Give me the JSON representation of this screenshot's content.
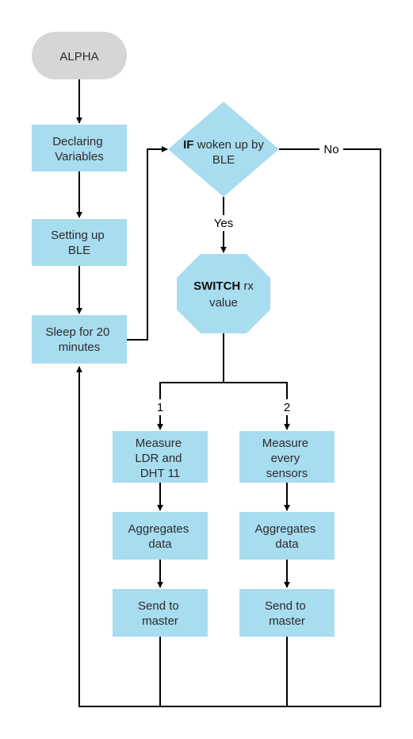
{
  "nodes": {
    "alpha": "ALPHA",
    "declaring": [
      "Declaring",
      "Variables"
    ],
    "setting_up": [
      "Setting up",
      "BLE"
    ],
    "sleep": [
      "Sleep for 20",
      "minutes"
    ],
    "if_node": {
      "keyword": "IF",
      "rest": "woken up by",
      "line2": "BLE"
    },
    "switch_node": {
      "keyword": "SWITCH",
      "rest": "rx",
      "line2": "value"
    },
    "measure1": [
      "Measure",
      "LDR and",
      "DHT 11"
    ],
    "measure2": [
      "Measure",
      "every",
      "sensors"
    ],
    "aggregate1": [
      "Aggregates",
      "data"
    ],
    "aggregate2": [
      "Aggregates",
      "data"
    ],
    "send1": [
      "Send to",
      "master"
    ],
    "send2": [
      "Send to",
      "master"
    ]
  },
  "edges": {
    "no": "No",
    "yes": "Yes",
    "case1": "1",
    "case2": "2"
  }
}
